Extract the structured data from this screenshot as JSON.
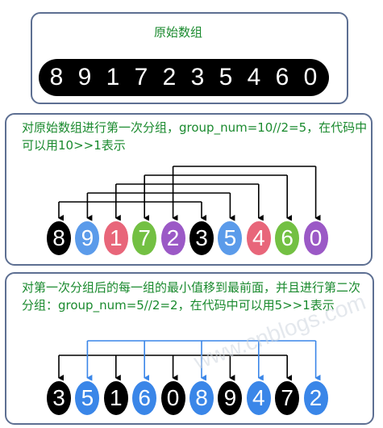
{
  "panel1": {
    "title": "原始数组",
    "digits": [
      "8",
      "9",
      "1",
      "7",
      "2",
      "3",
      "5",
      "4",
      "6",
      "0"
    ]
  },
  "panel2": {
    "title": "对原始数组进行第一次分组，group_num=10//2=5，在代码中可以用10>>1表示",
    "digits": [
      "8",
      "9",
      "1",
      "7",
      "2",
      "3",
      "5",
      "4",
      "6",
      "0"
    ],
    "colors": [
      "#000000",
      "#5b9bea",
      "#e8667a",
      "#73c043",
      "#9b59c6",
      "#000000",
      "#5b9bea",
      "#e8667a",
      "#73c043",
      "#9b59c6"
    ]
  },
  "panel3": {
    "title": "对第一次分组后的每一组的最小值移到最前面，并且进行第二次分组：group_num=5//2=2，在代码中可以用5>>1表示",
    "digits": [
      "3",
      "5",
      "1",
      "6",
      "0",
      "8",
      "9",
      "4",
      "7",
      "2"
    ],
    "colors": [
      "#000000",
      "#3a86e8",
      "#000000",
      "#3a86e8",
      "#000000",
      "#3a86e8",
      "#000000",
      "#3a86e8",
      "#000000",
      "#3a86e8"
    ],
    "link_colors": {
      "even": "#000000",
      "odd": "#3a86e8"
    }
  },
  "watermark": "www.cnblogs.com"
}
